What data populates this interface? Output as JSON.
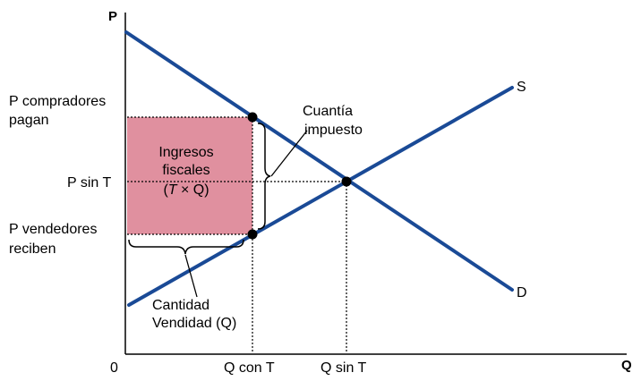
{
  "axes": {
    "y_letter": "P",
    "x_letter": "Q",
    "origin": "0"
  },
  "curves": {
    "supply_label": "S",
    "demand_label": "D"
  },
  "price_labels": {
    "buyers_line1": "P compradores",
    "buyers_line2": "pagan",
    "no_tax": "P sin T",
    "sellers_line1": "P vendedores",
    "sellers_line2": "reciben"
  },
  "quantity_labels": {
    "with_tax": "Q con T",
    "without_tax": "Q sin T"
  },
  "tax_revenue": {
    "line1": "Ingresos",
    "line2": "fiscales",
    "line3_var1": "T",
    "line3_mid": " × ",
    "line3_var2": "Q",
    "color": "#e0909f"
  },
  "tax_amount": {
    "line1": "Cuantía",
    "line2": "impuesto"
  },
  "quantity_sold": {
    "line1": "Cantidad",
    "line2": "Vendidad (Q)"
  },
  "colors": {
    "curve": "#1a4a96",
    "axis": "#000000"
  }
}
